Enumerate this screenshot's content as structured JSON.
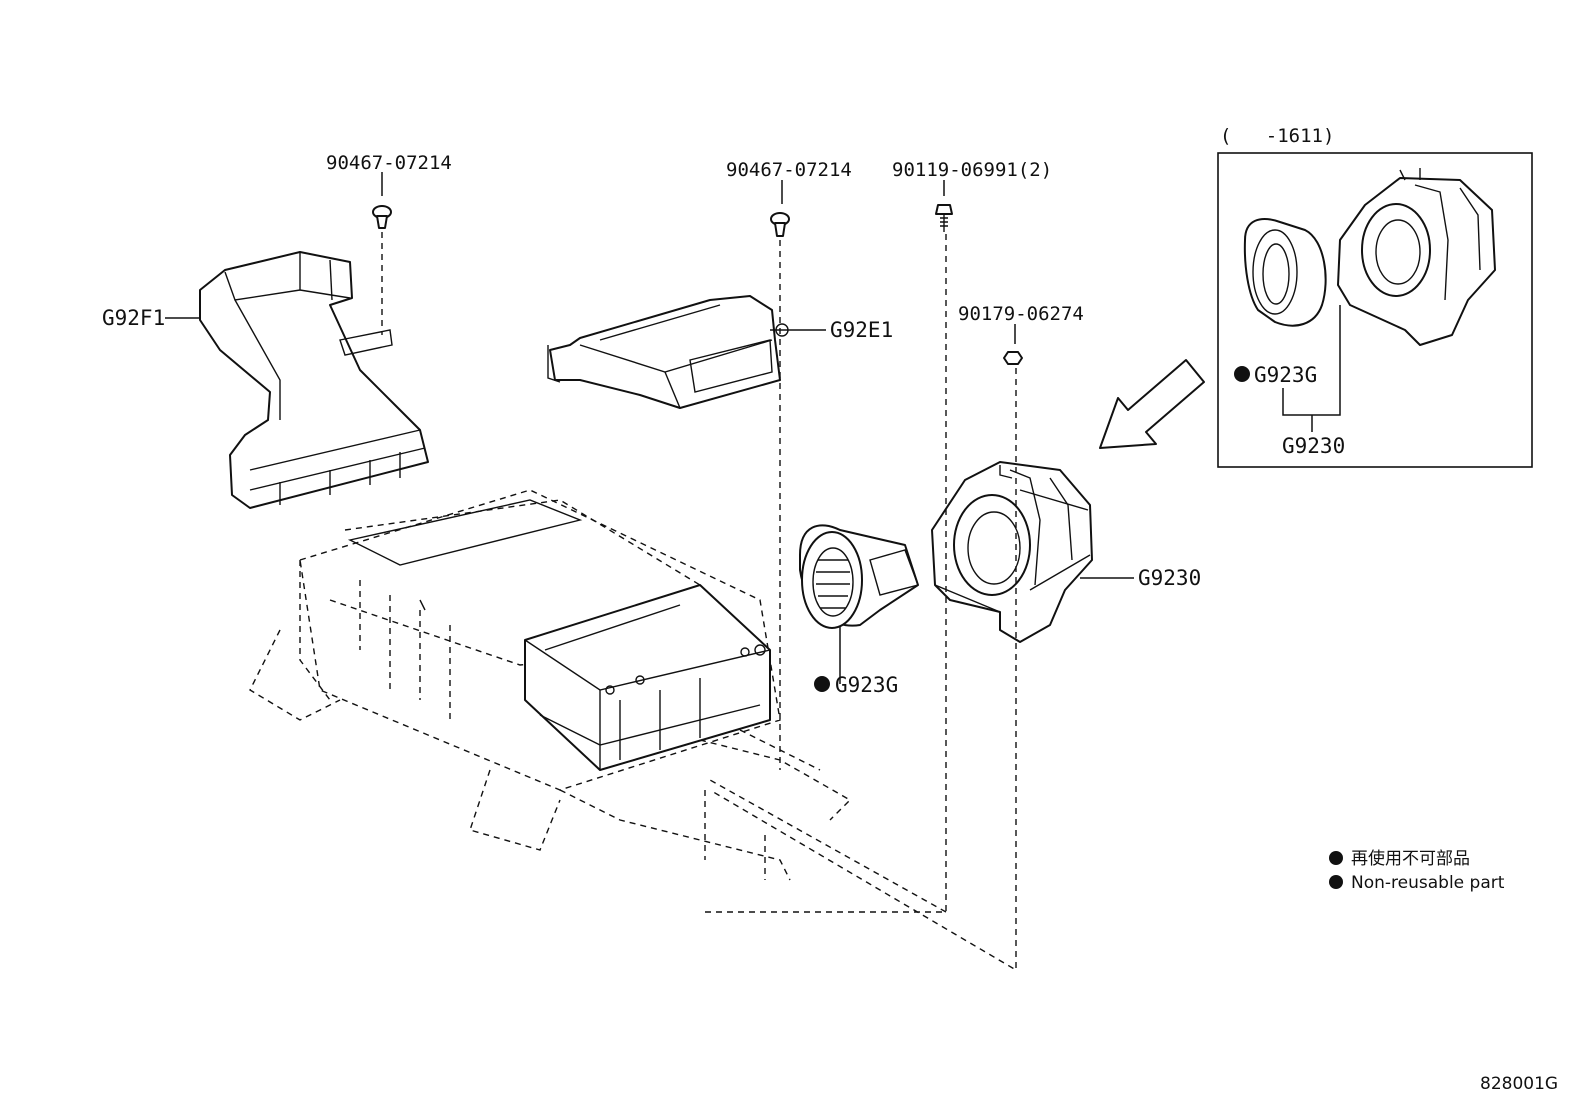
{
  "labels": {
    "clip_left": "90467-07214",
    "clip_mid": "90467-07214",
    "bolt": "90119-06991(2)",
    "nut": "90179-06274",
    "duct_left": "G92F1",
    "duct_mid": "G92E1",
    "seal_main": "G923G",
    "blower_main": "G9230",
    "inset_range": "(   -1611)",
    "seal_inset": "G923G",
    "blower_inset": "G9230"
  },
  "legend": {
    "jp": "再使用不可部品",
    "en": "Non-reusable part"
  },
  "figure_id": "828001G"
}
